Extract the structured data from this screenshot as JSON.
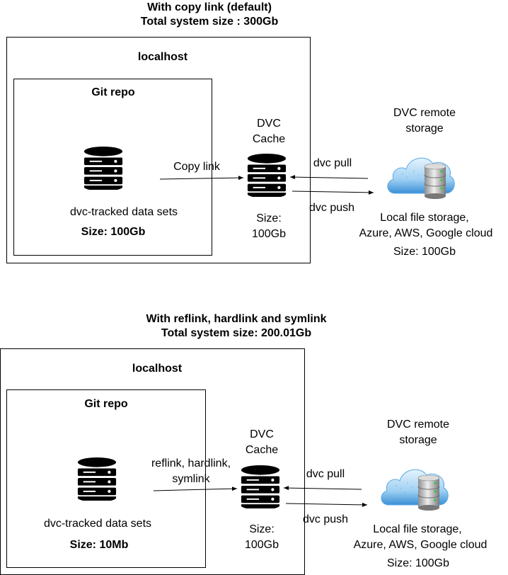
{
  "panels": [
    {
      "title_line1": "With copy link (default)",
      "title_line2": "Total system size : 300Gb",
      "localhost_label": "localhost",
      "git_repo_label": "Git repo",
      "datasets_label": "dvc-tracked data sets",
      "datasets_size": "Size: 100Gb",
      "link_label_line1": "Copy link",
      "link_label_line2": "",
      "cache_label_line1": "DVC",
      "cache_label_line2": "Cache",
      "cache_size_line1": "Size:",
      "cache_size_line2": "100Gb",
      "pull_label": "dvc pull",
      "push_label": "dvc push",
      "remote_label_line1": "DVC remote",
      "remote_label_line2": "storage",
      "remote_desc_line1": "Local file storage,",
      "remote_desc_line2": "Azure, AWS, Google cloud",
      "remote_size": "Size: 100Gb"
    },
    {
      "title_line1": "With reflink, hardlink and symlink",
      "title_line2": "Total system size: 200.01Gb",
      "localhost_label": "localhost",
      "git_repo_label": "Git repo",
      "datasets_label": "dvc-tracked data sets",
      "datasets_size": "Size: 10Mb",
      "link_label_line1": "reflink, hardlink,",
      "link_label_line2": "symlink",
      "cache_label_line1": "DVC",
      "cache_label_line2": "Cache",
      "cache_size_line1": "Size:",
      "cache_size_line2": "100Gb",
      "pull_label": "dvc pull",
      "push_label": "dvc push",
      "remote_label_line1": "DVC remote",
      "remote_label_line2": "storage",
      "remote_desc_line1": "Local file storage,",
      "remote_desc_line2": "Azure, AWS, Google cloud",
      "remote_size": "Size: 100Gb"
    }
  ],
  "colors": {
    "stroke": "#000000",
    "cloud_light": "#d6ecfb",
    "cloud_dark": "#3a8fd6",
    "db_silver": "#c9c9c9"
  },
  "icons": {
    "dataset": "database-stack-icon",
    "cache": "database-stack-icon",
    "remote": "cloud-database-icon"
  }
}
